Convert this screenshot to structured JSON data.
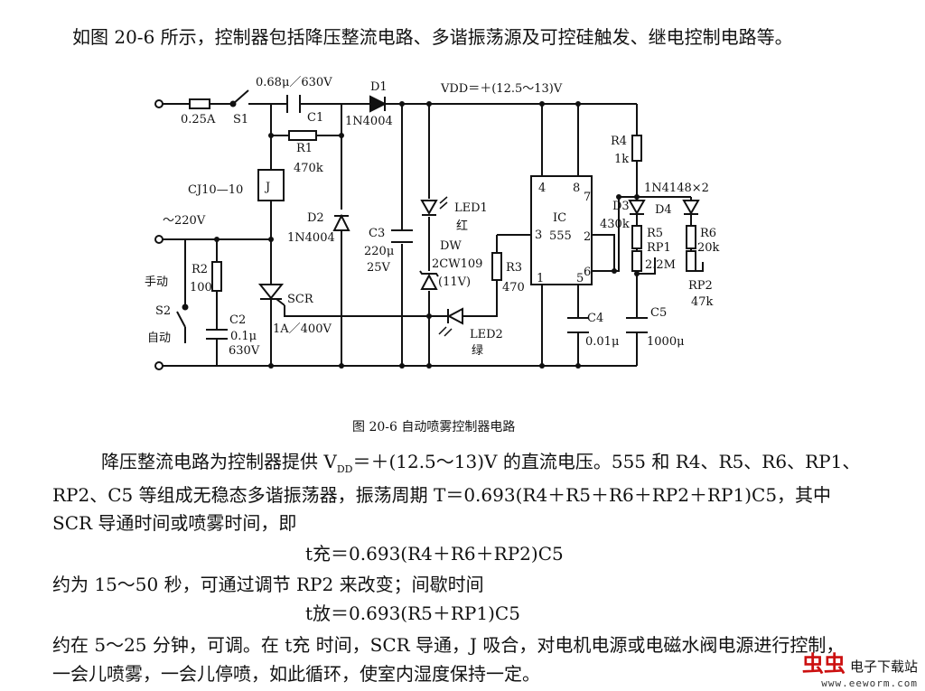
{
  "intro": "如图 20-6 所示，控制器包括降压整流电路、多谐振荡源及可控硅触发、继电控制电路等。",
  "caption": "图 20-6    自动喷雾控制器电路",
  "body": {
    "line1": "降压整流电路为控制器提供 V",
    "line1_sub": "DD",
    "line1_tail": "＝＋(12.5～13)V 的直流电压。555 和 R4、R5、R6、RP1、",
    "line2": "RP2、C5 等组成无稳态多谐振荡器，振荡周期 T＝0.693(R4＋R5＋R6＋RP2＋RP1)C5，其中",
    "line3": "SCR 导通时间或喷雾时间，即",
    "eq1": "t充＝0.693(R4＋R6＋RP2)C5",
    "line4": "约为 15～50 秒，可通过调节 RP2 来改变；间歇时间",
    "eq2": "t放＝0.693(R5＋RP1)C5",
    "line5": "约在 5～25 分钟，可调。在 t充 时间，SCR 导通，J 吸合，对电机电源或电磁水阀电源进行控制，",
    "line6": "一会儿喷雾，一会儿停喷，如此循环，使室内湿度保持一定。"
  },
  "circuit": {
    "fuse": "0.25A",
    "s1": "S1",
    "c1_value": "0.68μ／630V",
    "c1": "C1",
    "d1": "D1",
    "d1_part": "1N4004",
    "vdd": "VDD＝＋(12.5～13)V",
    "r1": "R1",
    "r1_value": "470k",
    "relay_model": "CJ10—10",
    "relay": "J",
    "mains": "～220V",
    "d2": "D2",
    "d2_part": "1N4004",
    "c3": "C3",
    "c3_value": "220μ",
    "c3_volt": "25V",
    "led1": "LED1",
    "led1_color": "红",
    "dw": "DW",
    "dw_part": "2CW109",
    "dw_volt": "(11V)",
    "r3": "R3",
    "r3_value": "470",
    "manual": "手动",
    "s2": "S2",
    "auto": "自动",
    "r2": "R2",
    "r2_value": "100",
    "c2": "C2",
    "c2_value": "0.1μ",
    "c2_volt": "630V",
    "scr": "SCR",
    "scr_value": "1A／400V",
    "led2": "LED2",
    "led2_color": "绿",
    "ic": "IC",
    "ic_part": "555",
    "pin4": "4",
    "pin8": "8",
    "pin7": "7",
    "pin3": "3",
    "pin2": "2",
    "pin6": "6",
    "pin1": "1",
    "pin5": "5",
    "r4": "R4",
    "r4_value": "1k",
    "diode_pair": "1N4148×2",
    "d3": "D3",
    "d4": "D4",
    "r5_value": "430k",
    "r5": "R5",
    "rp1": "RP1",
    "rp1_value": "2.2M",
    "r6": "R6",
    "r6_value": "20k",
    "rp2": "RP2",
    "rp2_value": "47k",
    "c4": "C4",
    "c4_value": "0.01μ",
    "c5": "C5",
    "c5_value": "1000μ"
  },
  "watermark": {
    "logo": "虫虫",
    "site_name": "电子下载站",
    "url": "www.eeworm.com"
  }
}
